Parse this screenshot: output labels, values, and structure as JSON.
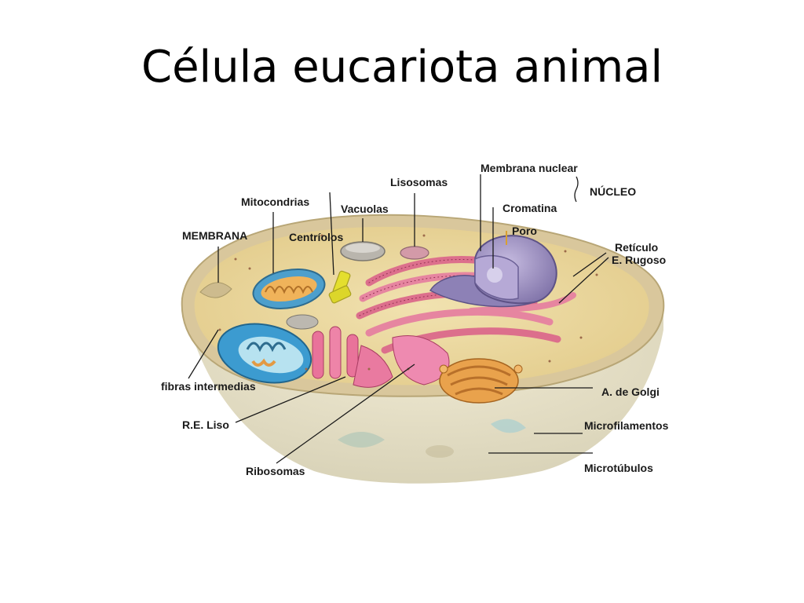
{
  "title": "Célula eucariota animal",
  "labels": {
    "membrana": "MEMBRANA",
    "mitocondrias": "Mitocondrias",
    "centriolos": "Centríolos",
    "vacuolas": "Vacuolas",
    "lisosomas": "Lisosomas",
    "membrana_nuclear": "Membrana nuclear",
    "nucleo": "NÚCLEO",
    "cromatina": "Cromatina",
    "poro": "Poro",
    "reticulo": "Retículo",
    "e_rugoso": "E. Rugoso",
    "fibras_intermedias": "fibras intermedias",
    "re_liso": "R.E. Liso",
    "ribosomas": "Ribosomas",
    "golgi": "A. de Golgi",
    "microfilamentos": "Microfilamentos",
    "microtubulos": "Microtúbulos"
  },
  "colors": {
    "cytoplasm": "#ecd9a3",
    "membrane_rim": "#d8c8a0",
    "lower_cell": "#e6e0c8",
    "nucleus": "#9c8fbf",
    "rough_er": "#e07a94",
    "mitochondria_blue": "#4fa8d6",
    "golgi": "#e8a24a",
    "centriole": "#e6e23a"
  }
}
